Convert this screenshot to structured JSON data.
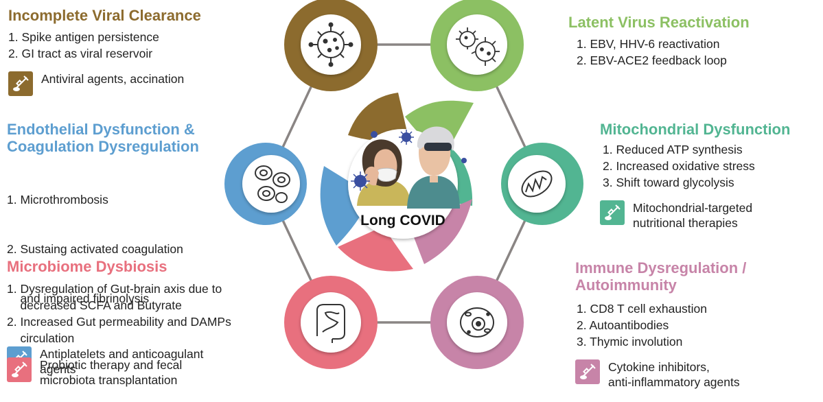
{
  "center": {
    "label": "Long COVID"
  },
  "colors": {
    "viral": "#8c6b2e",
    "latent": "#8cc063",
    "endothelial": "#5d9ed0",
    "mito": "#52b592",
    "microbiome": "#e8707e",
    "immune": "#c784a8",
    "hex": "#8a8584"
  },
  "sections": {
    "viral": {
      "title": "Incomplete Viral Clearance",
      "points": [
        "1. Spike antigen persistence",
        "2. GI tract as viral reservoir"
      ],
      "therapy": "Antiviral agents, accination",
      "icon": "virus-icon"
    },
    "latent": {
      "title": "Latent Virus Reactivation",
      "points": [
        "1. EBV, HHV-6 reactivation",
        "2. EBV-ACE2 feedback loop"
      ],
      "icon": "viruses-icon"
    },
    "endothelial": {
      "title_lines": [
        "Endothelial Dysfunction &",
        "Coagulation Dysregulation"
      ],
      "points": [
        "1. Microthrombosis",
        "2. Sustaing activated coagulation",
        "    and impaired fibrinolysis"
      ],
      "therapy": "Antiplatelets and anticoagulant\nagents",
      "icon": "blood-cells-icon"
    },
    "mito": {
      "title": "Mitochondrial Dysfunction",
      "points": [
        "1. Reduced ATP synthesis",
        "2. Increased oxidative stress",
        "3. Shift toward glycolysis"
      ],
      "therapy": "Mitochondrial-targeted\nnutritional therapies",
      "icon": "mitochondria-icon"
    },
    "microbiome": {
      "title": "Microbiome Dysbiosis",
      "points": [
        "1. Dysregulation of Gut-brain axis due to",
        "    decreased SCFA and Butyrate",
        "2. Increased Gut permeability and DAMPs",
        "    circulation"
      ],
      "therapy": "Probiotic therapy and fecal\nmicrobiota transplantation",
      "icon": "intestine-icon"
    },
    "immune": {
      "title_lines": [
        "Immune Dysregulation /",
        "Autoimmunity"
      ],
      "points": [
        "1. CD8 T cell exhaustion",
        "2. Autoantibodies",
        "3. Thymic involution"
      ],
      "therapy": "Cytokine inhibitors,\nanti-inflammatory agents",
      "icon": "cell-icon"
    }
  }
}
